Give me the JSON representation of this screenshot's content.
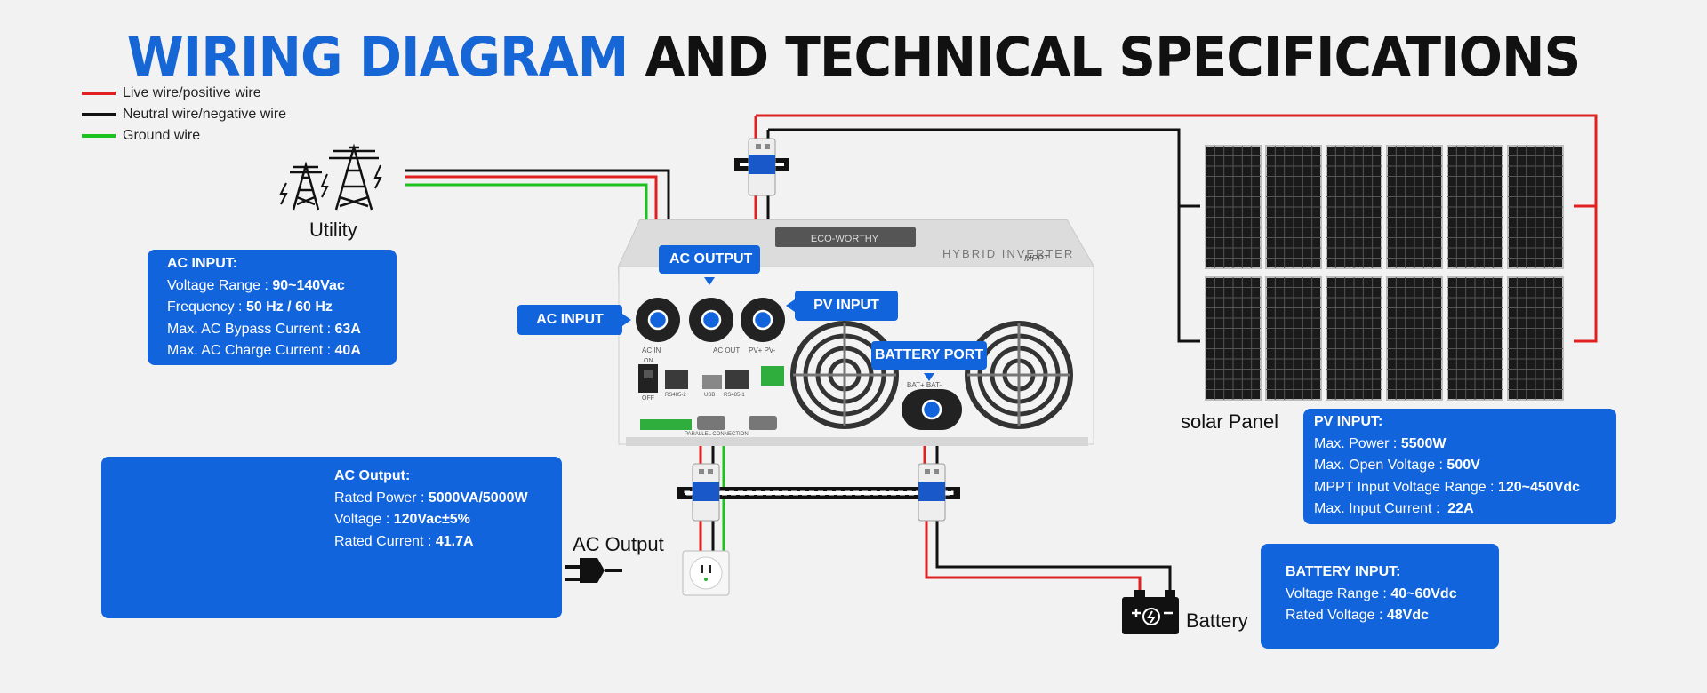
{
  "title": {
    "accent": "WIRING DIAGRAM",
    "rest": "AND TECHNICAL SPECIFICATIONS"
  },
  "legend": [
    {
      "label": "Live wire/positive wire",
      "color": "#e02020"
    },
    {
      "label": "Neutral wire/negative wire",
      "color": "#111111"
    },
    {
      "label": "Ground wire",
      "color": "#1ec21e"
    }
  ],
  "labels": {
    "utility": "Utility",
    "solar_panel": "solar Panel",
    "ac_output": "AC Output",
    "battery": "Battery"
  },
  "callouts": {
    "ac_input": "AC INPUT",
    "ac_output": "AC OUTPUT",
    "pv_input": "PV INPUT",
    "battery_port": "BATTERY PORT"
  },
  "inverter": {
    "brand": "ECO-WORTHY",
    "product": "HYBRID INVERTER",
    "mppt": "MPPT",
    "port_ac_in": "AC IN",
    "port_ac_out": "AC OUT",
    "port_pv": "PV+  PV-",
    "port_bat": "BAT+   BAT-",
    "switch_on": "ON",
    "switch_off": "OFF",
    "rs485_2": "RS485-2",
    "usb": "USB",
    "rs485_1": "RS485-1",
    "parallel": "PARALLEL CONNECTION"
  },
  "ac_input_panel": {
    "heading": "AC INPUT:",
    "rows": [
      {
        "label": "Voltage Range : ",
        "value": "90~140Vac"
      },
      {
        "label": "Frequency : ",
        "value": "50 Hz / 60 Hz"
      },
      {
        "label": "Max. AC Bypass Current : ",
        "value": "63A"
      },
      {
        "label": "Max. AC Charge Current : ",
        "value": "40A"
      }
    ]
  },
  "ac_output_panel": {
    "heading": "AC Output:",
    "rows": [
      {
        "label": "Rated Power : ",
        "value": "5000VA/5000W"
      },
      {
        "label": "Voltage : ",
        "value": "120Vac±5%"
      },
      {
        "label": "Rated Current : ",
        "value": "41.7A"
      }
    ]
  },
  "pv_input_panel": {
    "heading": "PV INPUT:",
    "rows": [
      {
        "label": "Max. Power : ",
        "value": "5500W"
      },
      {
        "label": "Max. Open Voltage : ",
        "value": "500V"
      },
      {
        "label": "MPPT Input Voltage Range : ",
        "value": "120~450Vdc"
      },
      {
        "label": "Max. Input Current :  ",
        "value": "22A"
      }
    ]
  },
  "battery_panel": {
    "heading": "BATTERY INPUT:",
    "rows": [
      {
        "label": "Voltage Range : ",
        "value": "40~60Vdc"
      },
      {
        "label": "Rated Voltage : ",
        "value": "48Vdc"
      }
    ]
  },
  "colors": {
    "accent": "#1264dc",
    "live": "#e02020",
    "neutral": "#111111",
    "ground": "#1ec21e"
  }
}
